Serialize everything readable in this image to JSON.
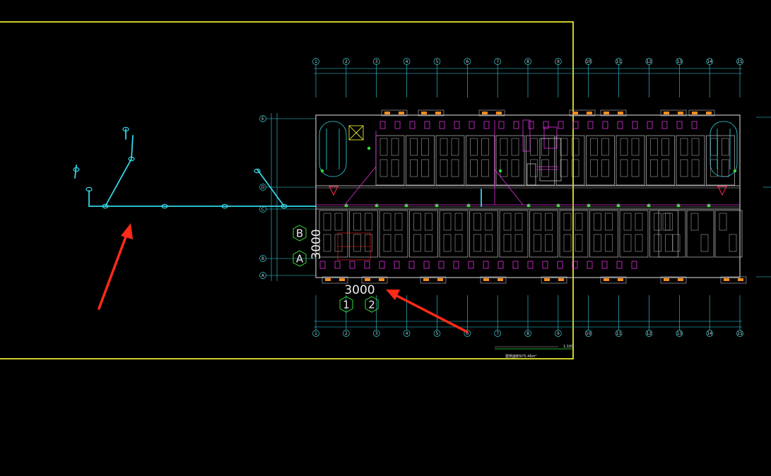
{
  "viewport": {
    "background": "#000000",
    "frame_color": "#ffff33",
    "wall_color": "#bfbfbf",
    "pipe_color": "#33d6e6",
    "accent_color": "#e033e0",
    "fixture_color": "#ff8c1a",
    "marker_color": "#33e033",
    "arrow_color": "#ff2a1a"
  },
  "grid_axes": {
    "columns": [
      "1",
      "2",
      "3",
      "4",
      "5",
      "6",
      "7",
      "8",
      "9",
      "10",
      "11",
      "12",
      "13",
      "14",
      "15"
    ],
    "rows": [
      "E",
      "D",
      "C",
      "B",
      "A"
    ]
  },
  "overlay_labels": {
    "grid_b": "B",
    "grid_a": "A",
    "grid_1": "1",
    "grid_2": "2",
    "dim_horizontal": "3000",
    "dim_vertical": "3000"
  },
  "title_block": {
    "scale": "1:100",
    "area_note": "建筑面积975.46m²"
  }
}
